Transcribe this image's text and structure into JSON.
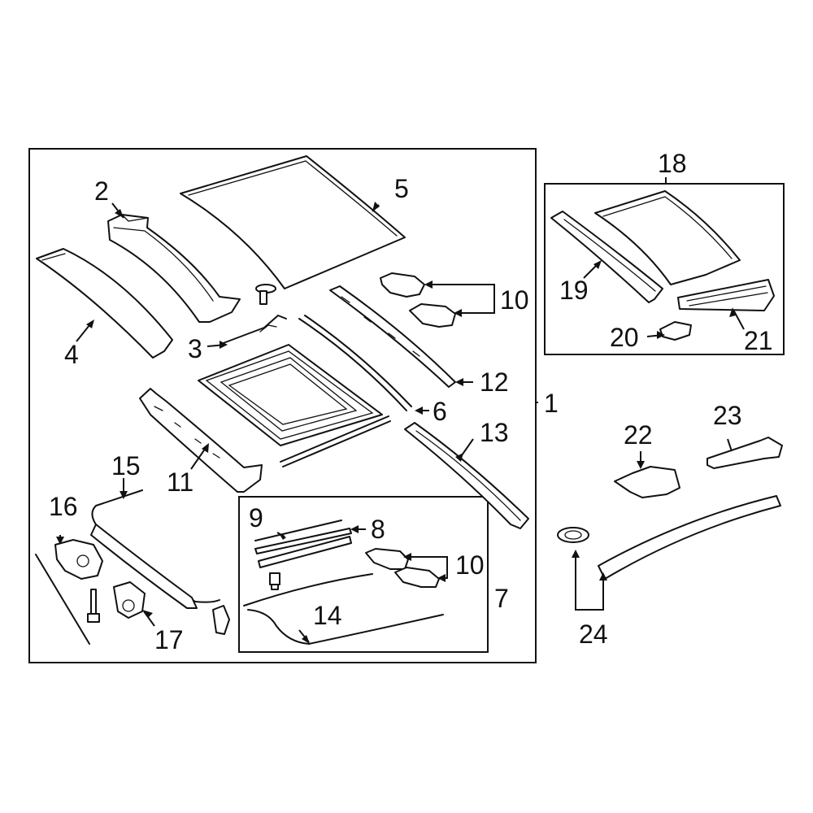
{
  "callouts": {
    "c1": "1",
    "c2": "2",
    "c3": "3",
    "c4": "4",
    "c5": "5",
    "c6": "6",
    "c7": "7",
    "c8": "8",
    "c9": "9",
    "c10a": "10",
    "c10b": "10",
    "c11": "11",
    "c12": "12",
    "c13": "13",
    "c14": "14",
    "c15": "15",
    "c16": "16",
    "c17": "17",
    "c18": "18",
    "c19": "19",
    "c20": "20",
    "c21": "21",
    "c22": "22",
    "c23": "23",
    "c24": "24"
  }
}
